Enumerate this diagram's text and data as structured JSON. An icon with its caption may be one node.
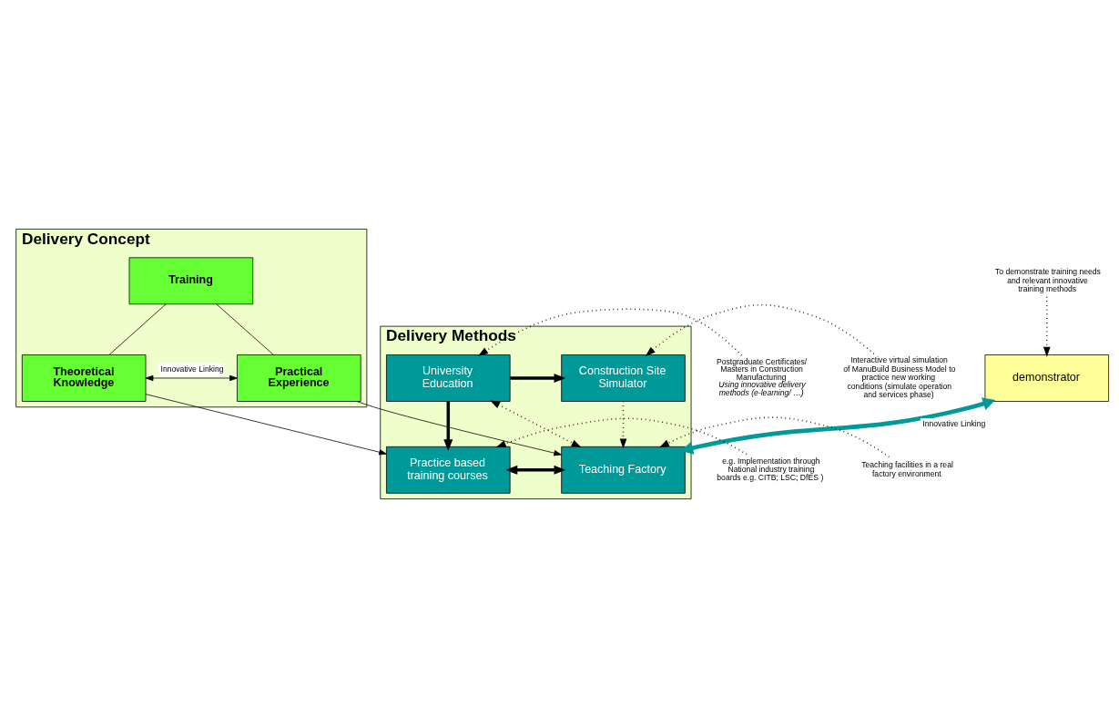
{
  "diagram": {
    "nodes": [
      {
        "text": [
          "Delivery Concept"
        ]
      },
      {
        "text": [
          "Training"
        ],
        "in": 0
      },
      {
        "text": [
          "Theoretical Knowledge"
        ],
        "in": 0
      },
      {
        "text": [
          "Practical Experience"
        ],
        "in": 0
      },
      {
        "text": [
          "Delivery Methods"
        ]
      },
      {
        "text": [
          "Practice based training courses"
        ],
        "in": 4
      },
      {
        "text": [
          "Teaching Factory"
        ],
        "in": 4
      },
      {
        "text": [
          "University Education"
        ],
        "in": 4
      },
      {
        "text": [
          "Construction Site Simulator"
        ],
        "in": 4
      },
      {
        "text": [
          "demonstrator"
        ]
      },
      {
        "text": [
          "To demonstrate training needs and relevant innovative training methods"
        ]
      },
      {
        "text": [
          "e.g. Implementation through National industry training boards e.g. CITB; LSC; DfES )"
        ]
      },
      {
        "text": [
          "Postgraduate Certificates/ Masters in Construction Manufacturing",
          "Using innovative delivery methods (e-learning/ …)"
        ]
      },
      {
        "text": [
          "Teaching facilities in a real factory environment"
        ]
      },
      {
        "text": [
          "Interactive virtual simulation of ManuBuild Business Model to practice new working conditions (simulate operation and services phase)"
        ]
      }
    ],
    "edges": [
      {
        "from": 1,
        "to": 2,
        "arrow": "none"
      },
      {
        "from": 1,
        "to": 3,
        "arrow": "none"
      },
      {
        "from": 2,
        "to": 3,
        "arrow": "both",
        "label": "Innovative Linking"
      },
      {
        "from": 2,
        "to": 5,
        "arrow": "to"
      },
      {
        "from": 3,
        "to": 6,
        "arrow": "to"
      },
      {
        "from": 5,
        "to": 6,
        "arrow": "both",
        "style": "thick"
      },
      {
        "from": 7,
        "to": 5,
        "arrow": "to",
        "style": "thick"
      },
      {
        "from": 7,
        "to": 6,
        "arrow": "both",
        "style": "dashed"
      },
      {
        "from": 7,
        "to": 8,
        "arrow": "to",
        "style": "thick"
      },
      {
        "from": 8,
        "to": 6,
        "arrow": "to",
        "style": "dashed"
      },
      {
        "from": 9,
        "to": 6,
        "arrow": "both",
        "label": "Innovative Linking",
        "style": "thick",
        "color": "#009999"
      },
      {
        "from": 10,
        "to": 9,
        "arrow": "to",
        "style": "dashed"
      },
      {
        "from": 11,
        "to": 5,
        "arrow": "to",
        "style": "dashed"
      },
      {
        "from": 12,
        "to": 7,
        "arrow": "to",
        "style": "dashed"
      },
      {
        "from": 13,
        "to": 6,
        "arrow": "to",
        "style": "dashed"
      },
      {
        "from": 14,
        "to": 8,
        "arrow": "to",
        "style": "dashed"
      }
    ]
  }
}
